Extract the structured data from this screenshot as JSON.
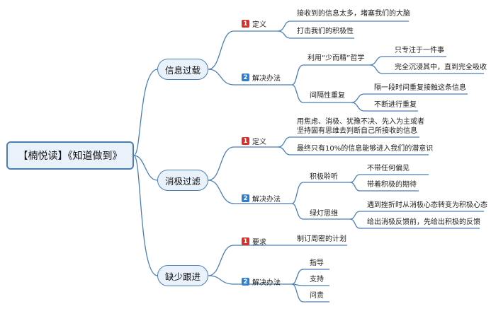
{
  "root": {
    "title": "【楠悦读】《知道做到》"
  },
  "branches": [
    {
      "label": "信息过载",
      "cats": [
        {
          "num": "1",
          "color": "red",
          "label": "定义",
          "leaves": [
            "接收到的信息太多，堵塞我们的大脑",
            "打击我们的积极性"
          ]
        },
        {
          "num": "2",
          "color": "blue",
          "label": "解决办法",
          "subs": [
            {
              "label": "利用“少而精”哲学",
              "leaves": [
                "只专注于一件事",
                "完全沉浸其中，直到完全吸收"
              ]
            },
            {
              "label": "间隔性重复",
              "leaves": [
                "隔一段时间重复接触这条信息",
                "不断进行重复"
              ]
            }
          ]
        }
      ]
    },
    {
      "label": "消极过滤",
      "cats": [
        {
          "num": "1",
          "color": "red",
          "label": "定义",
          "leaves": [
            "用焦虑、消极、犹豫不决、先入为主或者",
            "坚持固有思维去判断自己所接收的信息",
            "最终只有10%的信息能够进入我们的潜意识"
          ]
        },
        {
          "num": "2",
          "color": "blue",
          "label": "解决办法",
          "subs": [
            {
              "label": "积极聆听",
              "leaves": [
                "不带任何偏见",
                "带着积极的期待"
              ]
            },
            {
              "label": "绿灯思维",
              "leaves": [
                "遇到挫折时从消极心态转变为积极心态",
                "给出消极反馈前，先给出积极的反馈"
              ]
            }
          ]
        }
      ]
    },
    {
      "label": "缺少跟进",
      "cats": [
        {
          "num": "1",
          "color": "red",
          "label": "要求",
          "leaves": [
            "制订周密的计划"
          ]
        },
        {
          "num": "2",
          "color": "blue",
          "label": "解决办法",
          "leaves": [
            "指导",
            "支持",
            "问责"
          ]
        }
      ]
    }
  ]
}
